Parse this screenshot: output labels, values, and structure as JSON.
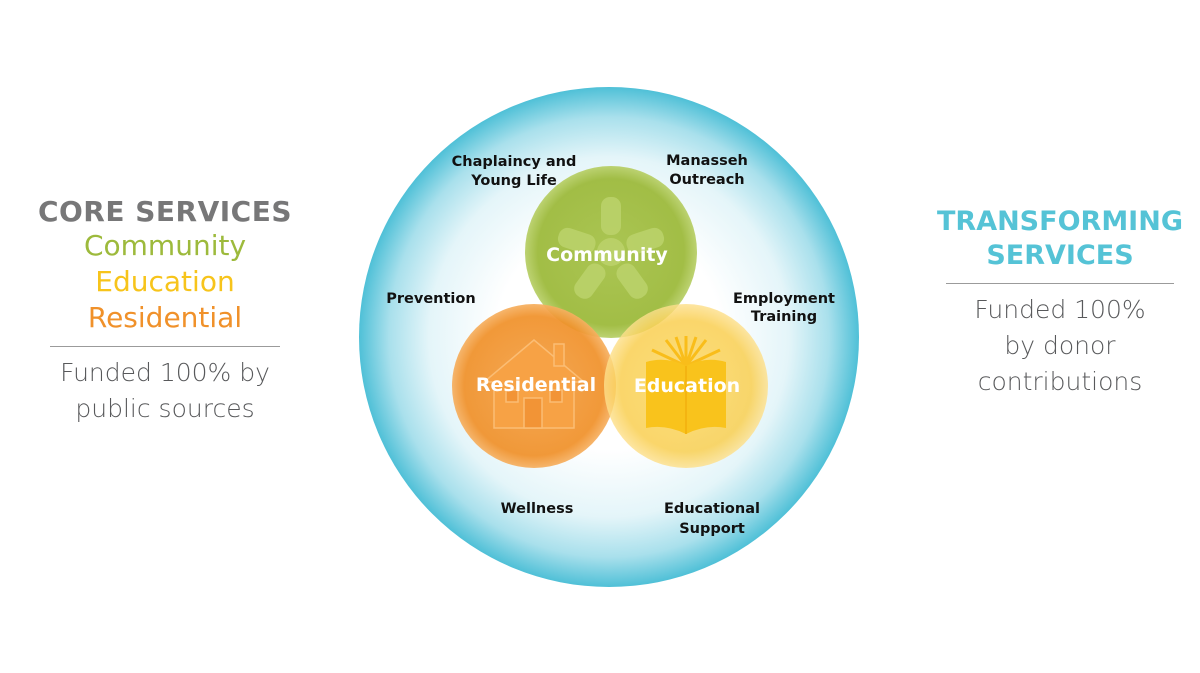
{
  "core": {
    "title": "CORE SERVICES",
    "items": [
      {
        "label": "Community",
        "color": "#9dba3c"
      },
      {
        "label": "Education",
        "color": "#f7c41b"
      },
      {
        "label": "Residential",
        "color": "#f0912a"
      }
    ],
    "funded_line1": "Funded 100% by",
    "funded_line2": "public sources"
  },
  "transforming": {
    "title_line1": "TRANSFORMING",
    "title_line2": "SERVICES",
    "funded_line1": "Funded 100%",
    "funded_line2": "by donor contributions",
    "color": "#55c3d6"
  },
  "diagram": {
    "outer_services": [
      {
        "line1": "Chaplaincy and",
        "line2": "Young Life"
      },
      {
        "line1": "Manasseh",
        "line2": "Outreach"
      },
      {
        "line1": "Prevention",
        "line2": ""
      },
      {
        "line1": "Employment",
        "line2": "Training"
      },
      {
        "line1": "Wellness",
        "line2": ""
      },
      {
        "line1": "Educational",
        "line2": "Support"
      }
    ],
    "inner_circles": [
      {
        "label": "Community",
        "icon": "hands-star-icon",
        "color": "#9dba3c"
      },
      {
        "label": "Residential",
        "icon": "house-icon",
        "color": "#f0912a"
      },
      {
        "label": "Education",
        "icon": "open-book-icon",
        "color": "#f7c41b"
      }
    ]
  }
}
